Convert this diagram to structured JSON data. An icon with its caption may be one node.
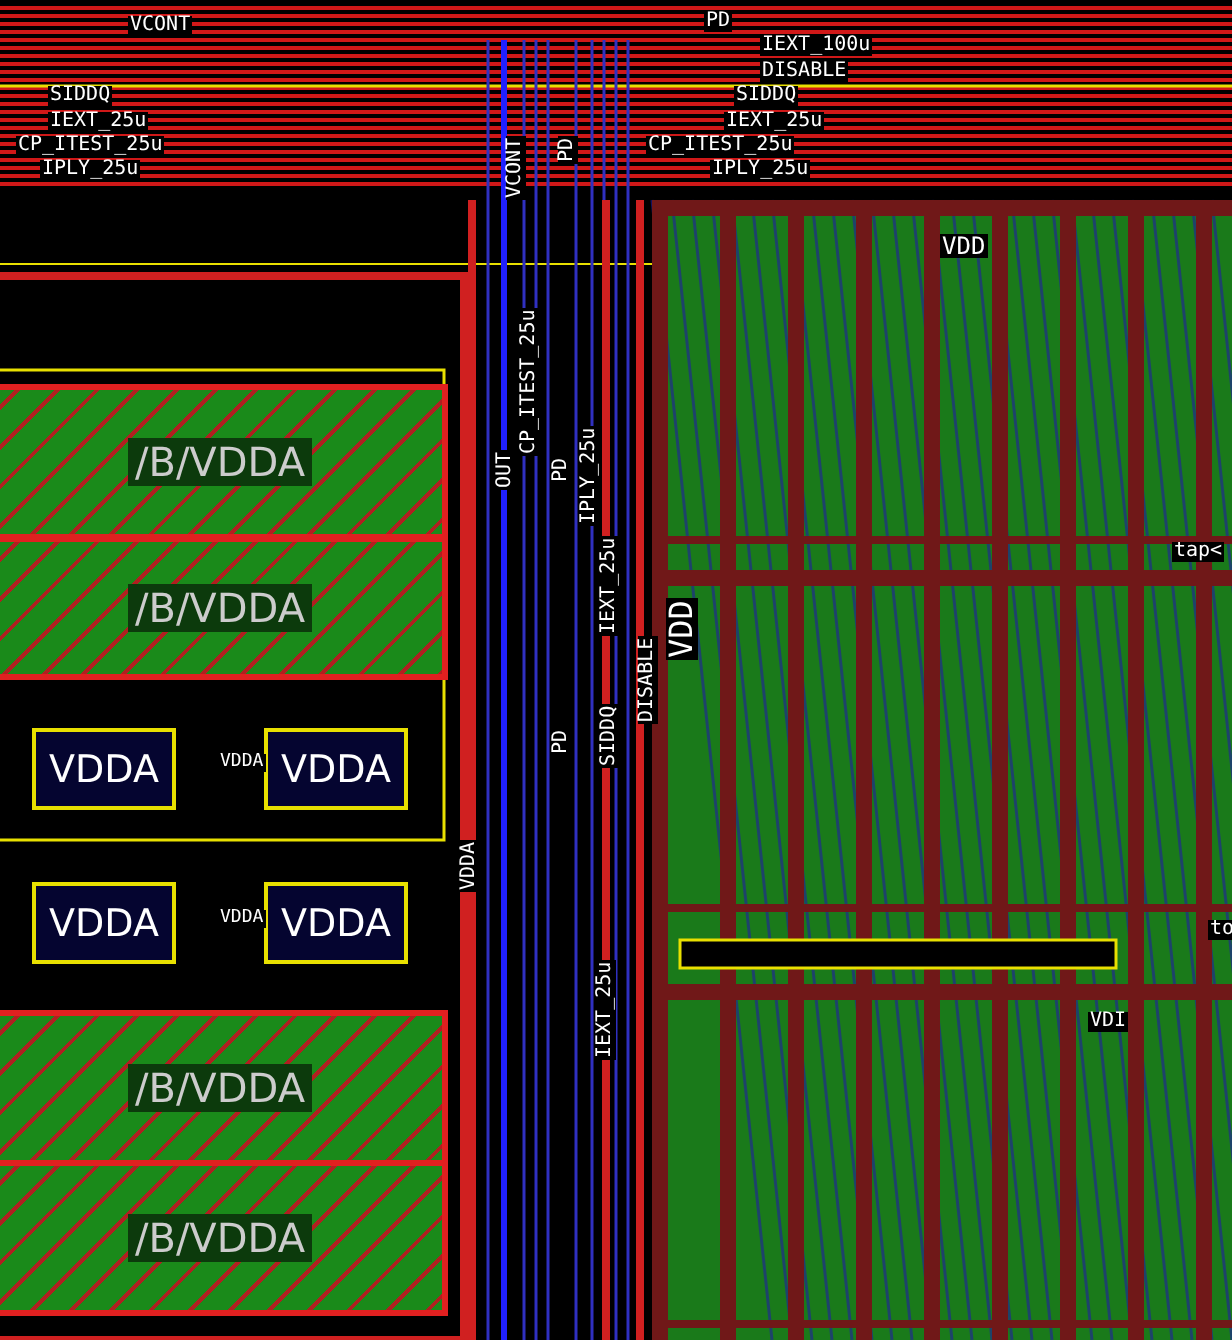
{
  "diagram": {
    "nodes": [
      {
        "text": [
          "/B/VDDA"
        ]
      },
      {
        "text": [
          "/B/VDDA"
        ]
      },
      {
        "text": [
          "VDDA"
        ]
      },
      {
        "text": [
          "VDDA"
        ]
      },
      {
        "text": [
          "VDDA"
        ]
      },
      {
        "text": [
          "VDDA"
        ]
      },
      {
        "text": [
          "/B/VDDA"
        ]
      },
      {
        "text": [
          "/B/VDDA"
        ]
      }
    ],
    "labels": [
      "VCONT",
      "PD",
      "IEXT_100u",
      "DISABLE",
      "SIDDQ",
      "SIDDQ",
      "IEXT_25u",
      "IEXT_25u",
      "CP_ITEST_25u",
      "CP_ITEST_25u",
      "IPLY_25u",
      "IPLY_25u",
      "VCONT",
      "PD",
      "VDD",
      "OUT",
      "CP_ITEST_25u",
      "PD",
      "IPLY_25u",
      "IEXT_25u",
      "SIDDQ",
      "DISABLE",
      "VDD",
      "tap<",
      "VDDA",
      "VDDA",
      "VDDA",
      "PD",
      "IEXT_25u",
      "to",
      "VDI"
    ]
  }
}
